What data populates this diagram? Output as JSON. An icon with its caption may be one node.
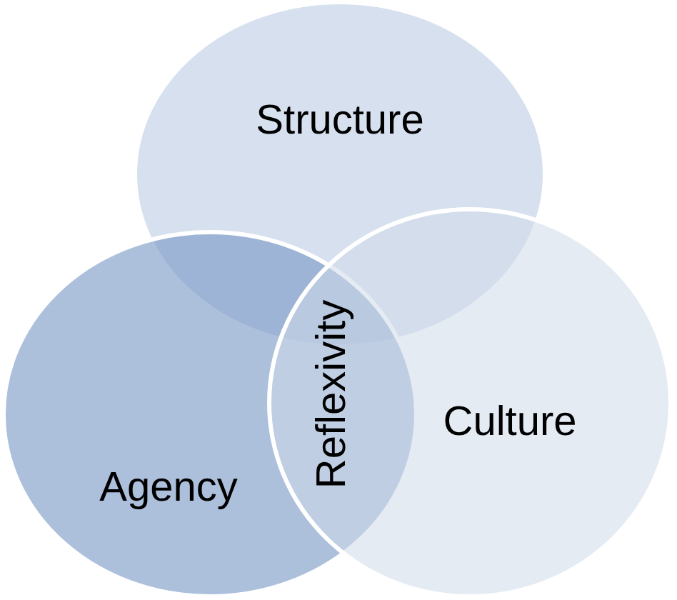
{
  "diagram": {
    "nodes": [
      {
        "text": [
          "Structure"
        ]
      },
      {
        "text": [
          "Agency"
        ]
      },
      {
        "text": [
          "Culture"
        ]
      }
    ],
    "labels": [
      "Reflexivity"
    ]
  }
}
